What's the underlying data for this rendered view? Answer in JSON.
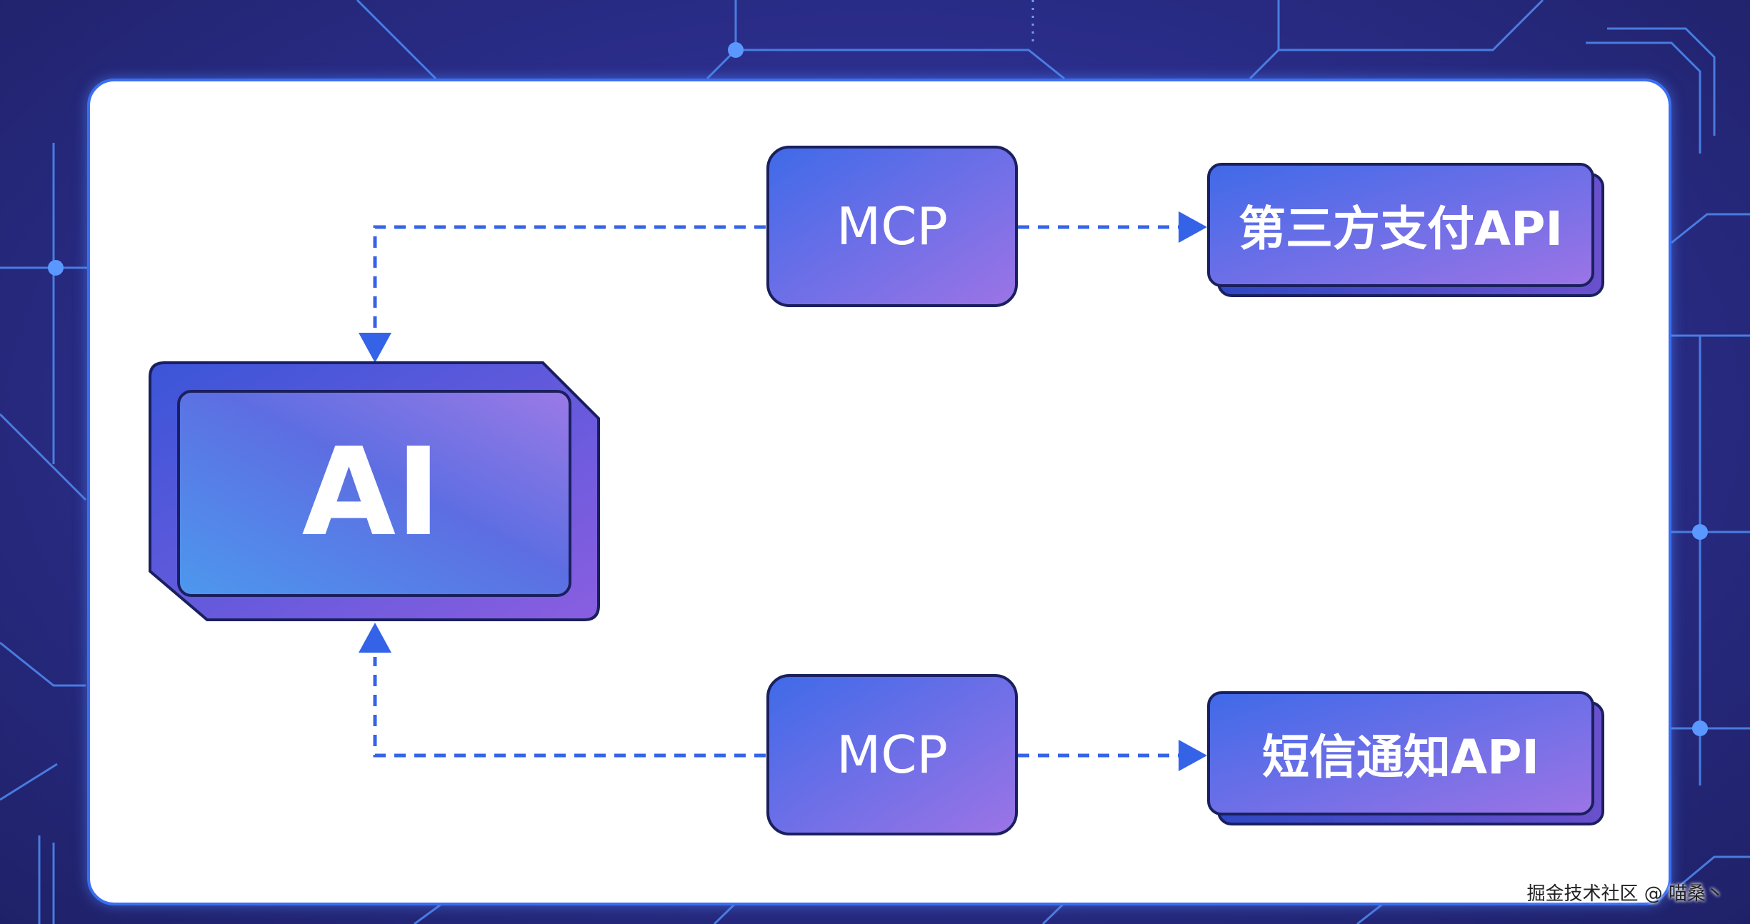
{
  "diagram": {
    "core": {
      "label": "AI"
    },
    "connectors": [
      {
        "label": "MCP"
      },
      {
        "label": "MCP"
      }
    ],
    "apis": [
      {
        "label": "第三方支付API"
      },
      {
        "label": "短信通知API"
      }
    ]
  },
  "watermark": "掘金技术社区 @ 喵桑丶",
  "colors": {
    "node_start": "#3f6ae8",
    "node_end": "#9c74e6",
    "node_border": "#1a1f5e",
    "connector_line": "#3563e8",
    "panel_border": "#3a6ef2"
  }
}
